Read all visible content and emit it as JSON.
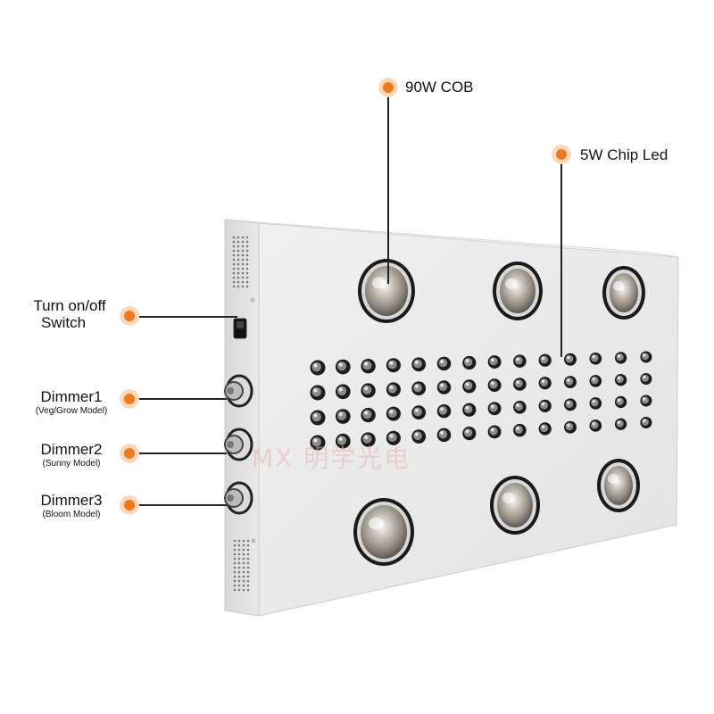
{
  "labels": {
    "cob": "90W COB",
    "chip": "5W Chip Led",
    "switch_line1": "Turn on/off",
    "switch_line2": "Switch",
    "dimmer1": "Dimmer1",
    "dimmer1_sub": "(Veg/Grow Model)",
    "dimmer2": "Dimmer2",
    "dimmer2_sub": "(Sunny Model)",
    "dimmer3": "Dimmer3",
    "dimmer3_sub": "(Bloom Model)"
  },
  "watermark": {
    "logo": "MX",
    "text": "明学光电"
  },
  "colors": {
    "callout_dot": "#f07a1a",
    "callout_halo": "#fbd9bd",
    "panel_face": "#ececec",
    "panel_edge": "#d2d2d2",
    "leader_line": "#222222"
  },
  "icons": {
    "callout": "orange-dot-icon",
    "lens": "cob-lens-icon",
    "connector": "dimmer-connector-icon"
  }
}
